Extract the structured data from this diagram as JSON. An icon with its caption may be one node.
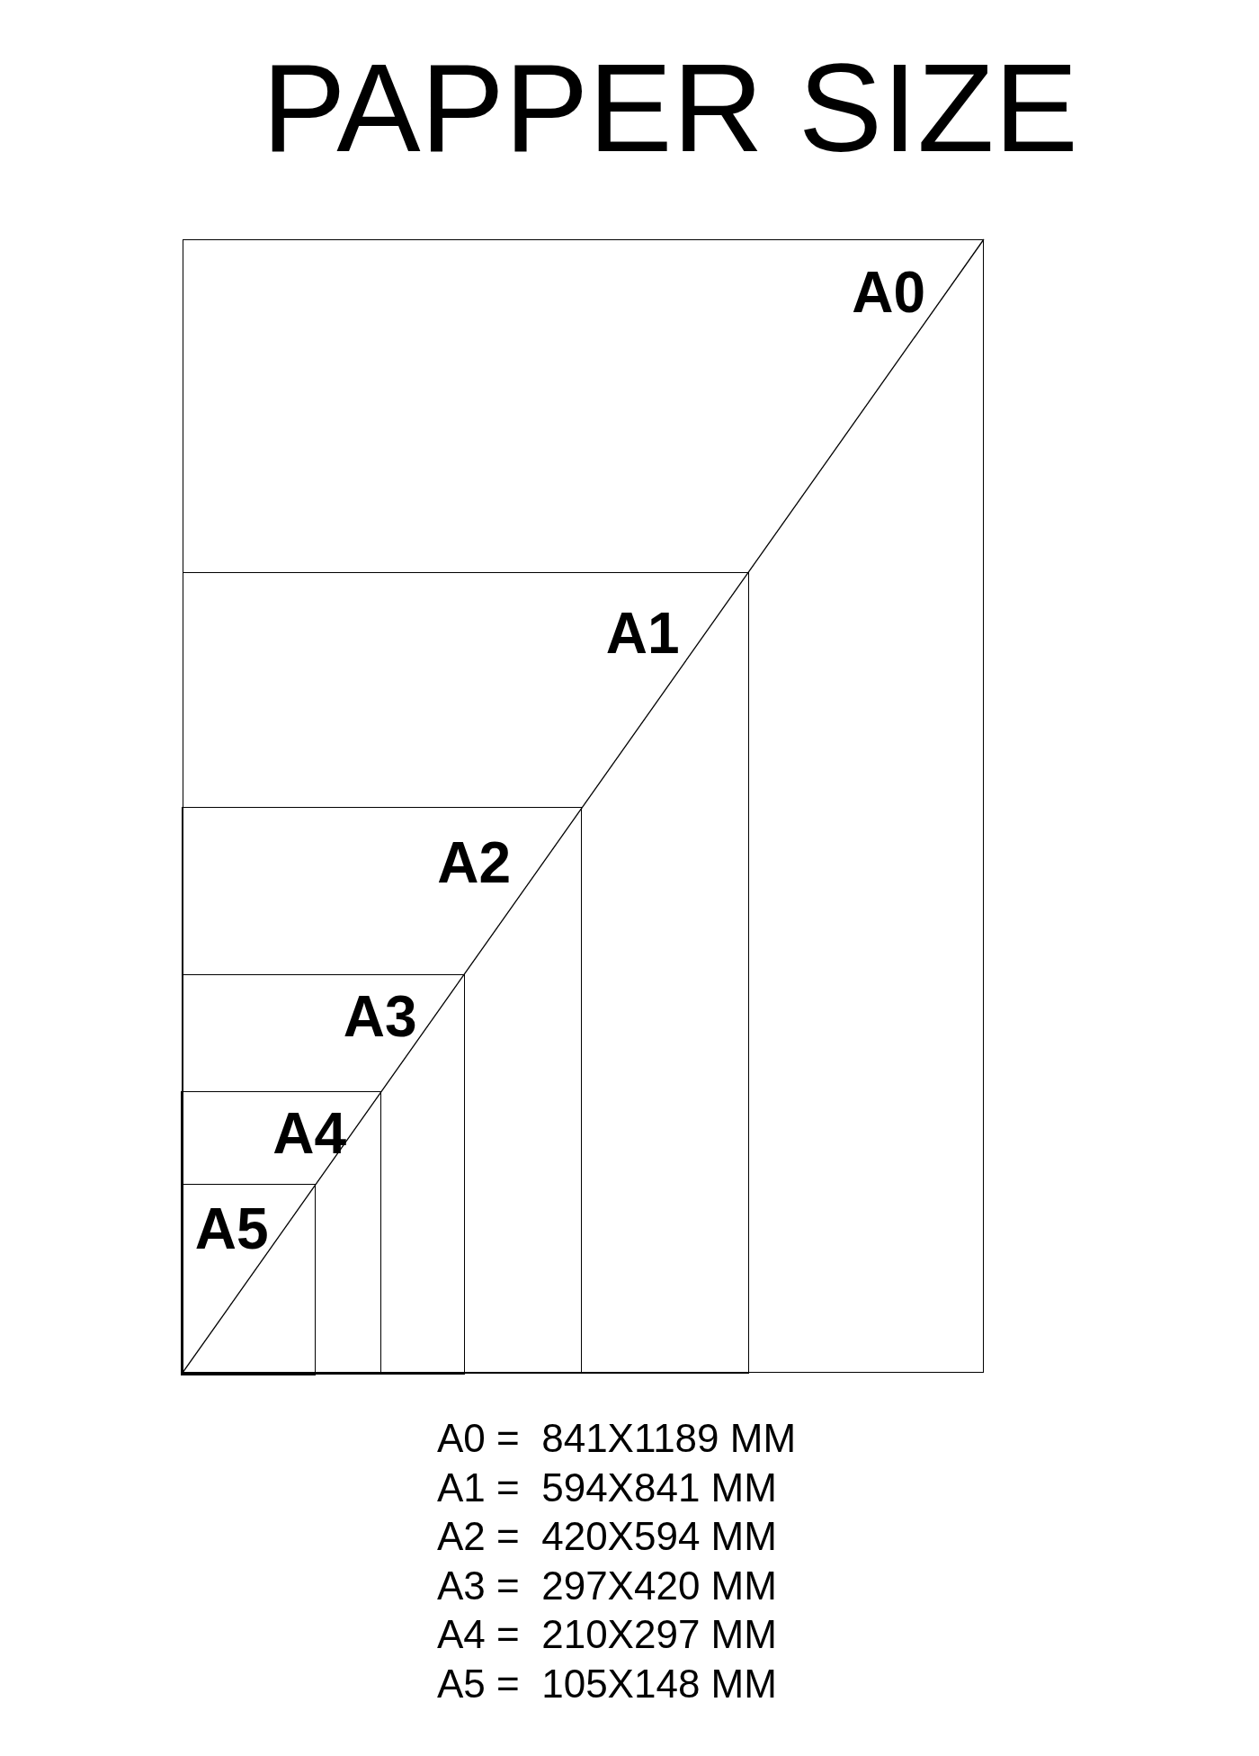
{
  "diagram": {
    "title": "PAPPER SIZE",
    "nodes": [
      {
        "text": [
          "A0"
        ]
      },
      {
        "text": [
          "A1"
        ],
        "in": 0
      },
      {
        "text": [
          "A2"
        ],
        "in": 1
      },
      {
        "text": [
          "A3"
        ],
        "in": 2
      },
      {
        "text": [
          "A4"
        ],
        "in": 3
      },
      {
        "text": [
          "A5"
        ],
        "in": 4
      }
    ],
    "edges": [],
    "labels": [
      "A0 =  841X1189 MM",
      "A1 =  594X841 MM",
      "A2 =  420X594 MM",
      "A3 =  297X420 MM",
      "A4 =  210X297 MM",
      "A5 =  105X148 MM"
    ]
  }
}
